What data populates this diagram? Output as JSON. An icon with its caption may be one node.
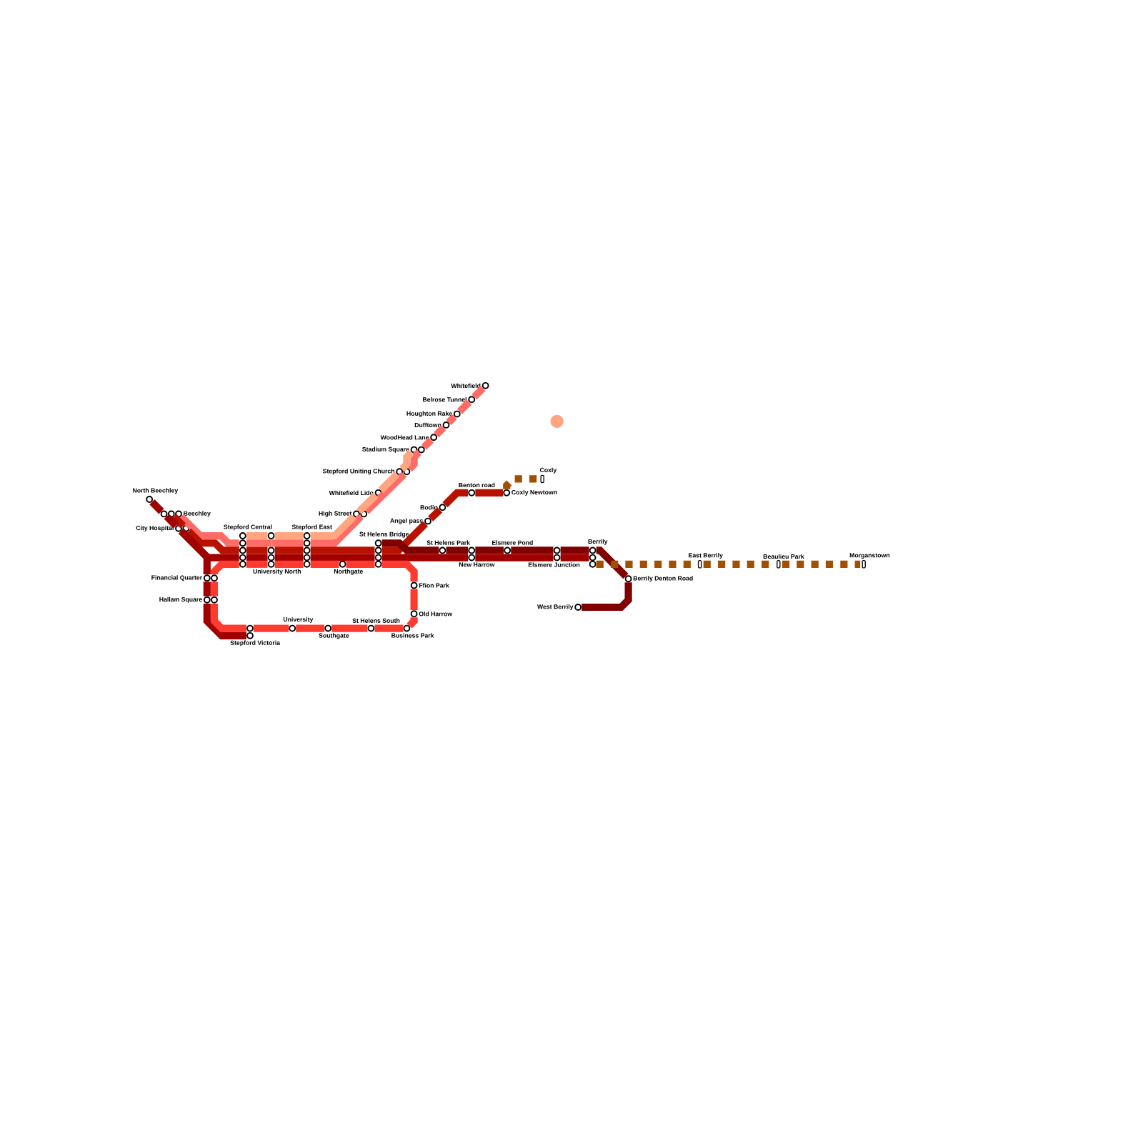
{
  "diagram": {
    "nodes": [
      {
        "text": [
          "Whitefield"
        ]
      },
      {
        "text": [
          "Belrose Tunnel"
        ]
      },
      {
        "text": [
          "Houghton Rake"
        ]
      },
      {
        "text": [
          "Dufftown"
        ]
      },
      {
        "text": [
          "WoodHead Lane"
        ]
      },
      {
        "text": [
          "Stadium Square"
        ]
      },
      {
        "text": [
          "Stepford Uniting Church"
        ]
      },
      {
        "text": [
          "Coxly"
        ]
      },
      {
        "text": [
          "Whitefield Lido"
        ]
      },
      {
        "text": [
          "Benton road"
        ]
      },
      {
        "text": [
          "Coxly Newtown"
        ]
      },
      {
        "text": [
          "North Beechley"
        ]
      },
      {
        "text": [
          "Bodin"
        ]
      },
      {
        "text": [
          "Beechley"
        ]
      },
      {
        "text": [
          "High Street"
        ]
      },
      {
        "text": [
          "Angel pass"
        ]
      },
      {
        "text": [
          "City Hospital"
        ]
      },
      {
        "text": [
          "Stepford Central"
        ]
      },
      {
        "text": [
          "University North"
        ]
      },
      {
        "text": [
          "Stepford East"
        ]
      },
      {
        "text": [
          "St Helens Bridge"
        ]
      },
      {
        "text": [
          "St Helens Park"
        ]
      },
      {
        "text": [
          "New Harrow"
        ]
      },
      {
        "text": [
          "Elsmere Pond"
        ]
      },
      {
        "text": [
          "Elsmere Junction"
        ]
      },
      {
        "text": [
          "Berrily"
        ]
      },
      {
        "text": [
          "East Berrily"
        ]
      },
      {
        "text": [
          "Beaulieu Park"
        ]
      },
      {
        "text": [
          "Morganstown"
        ]
      },
      {
        "text": [
          "Northgate"
        ]
      },
      {
        "text": [
          "Financial Quarter"
        ]
      },
      {
        "text": [
          "Berrily Denton Road"
        ]
      },
      {
        "text": [
          "Ffion Park"
        ]
      },
      {
        "text": [
          "Hallam Square"
        ]
      },
      {
        "text": [
          "West Berrily"
        ]
      },
      {
        "text": [
          "Old Harrow"
        ]
      },
      {
        "text": [
          "University"
        ]
      },
      {
        "text": [
          "St Helens South"
        ]
      },
      {
        "text": [
          "Stepford Victoria"
        ]
      },
      {
        "text": [
          "Southgate"
        ]
      },
      {
        "text": [
          "Business Park"
        ]
      }
    ],
    "edges": [
      {
        "from": 0,
        "to": 1,
        "arrow": "none",
        "color": "#ff6b66"
      },
      {
        "from": 1,
        "to": 2,
        "arrow": "none",
        "color": "#ff6b66"
      },
      {
        "from": 2,
        "to": 3,
        "arrow": "none",
        "color": "#ff6b66"
      },
      {
        "from": 3,
        "to": 4,
        "arrow": "none",
        "color": "#ff6b66"
      },
      {
        "from": 4,
        "to": 5,
        "arrow": "none",
        "color": "#ff6b66"
      },
      {
        "from": 5,
        "to": 6,
        "arrow": "none",
        "color": "#ff6b66"
      },
      {
        "from": 6,
        "to": 14,
        "arrow": "none",
        "color": "#ff6b66"
      },
      {
        "from": 14,
        "to": 19,
        "arrow": "none",
        "color": "#ff6b66"
      },
      {
        "from": 19,
        "to": 18,
        "arrow": "none",
        "color": "#ff6b66"
      },
      {
        "from": 17,
        "to": 13,
        "arrow": "none",
        "color": "#ff6b66"
      },
      {
        "from": 5,
        "to": 6,
        "arrow": "none",
        "color": "#ffa680"
      },
      {
        "from": 6,
        "to": 8,
        "arrow": "none",
        "color": "#ffa680"
      },
      {
        "from": 8,
        "to": 14,
        "arrow": "none",
        "color": "#ffa680"
      },
      {
        "from": 14,
        "to": 19,
        "arrow": "none",
        "color": "#ffa680"
      },
      {
        "from": 19,
        "to": 18,
        "arrow": "none",
        "color": "#ffa680"
      },
      {
        "from": 18,
        "to": 17,
        "arrow": "none",
        "color": "#ffa680"
      },
      {
        "from": 10,
        "to": 9,
        "arrow": "none",
        "color": "#b81100"
      },
      {
        "from": 9,
        "to": 12,
        "arrow": "none",
        "color": "#b81100"
      },
      {
        "from": 12,
        "to": 15,
        "arrow": "none",
        "color": "#b81100"
      },
      {
        "from": 15,
        "to": 20,
        "arrow": "none",
        "color": "#b81100"
      },
      {
        "from": 20,
        "to": 19,
        "arrow": "none",
        "color": "#b81100"
      },
      {
        "from": 19,
        "to": 18,
        "arrow": "none",
        "color": "#b81100"
      },
      {
        "from": 18,
        "to": 17,
        "arrow": "none",
        "color": "#b81100"
      },
      {
        "from": 17,
        "to": 16,
        "arrow": "none",
        "color": "#b81100"
      },
      {
        "from": 16,
        "to": 13,
        "arrow": "none",
        "color": "#b81100"
      },
      {
        "from": 11,
        "to": 13,
        "arrow": "none",
        "color": "#a00000"
      },
      {
        "from": 13,
        "to": 16,
        "arrow": "none",
        "color": "#a00000"
      },
      {
        "from": 16,
        "to": 17,
        "arrow": "none",
        "color": "#a00000"
      },
      {
        "from": 17,
        "to": 18,
        "arrow": "none",
        "color": "#a00000"
      },
      {
        "from": 18,
        "to": 19,
        "arrow": "none",
        "color": "#a00000"
      },
      {
        "from": 19,
        "to": 20,
        "arrow": "none",
        "color": "#a00000"
      },
      {
        "from": 20,
        "to": 22,
        "arrow": "none",
        "color": "#a00000"
      },
      {
        "from": 22,
        "to": 24,
        "arrow": "none",
        "color": "#a00000"
      },
      {
        "from": 24,
        "to": 25,
        "arrow": "none",
        "color": "#a00000"
      },
      {
        "from": 16,
        "to": 30,
        "arrow": "none",
        "color": "#a00000"
      },
      {
        "from": 30,
        "to": 33,
        "arrow": "none",
        "color": "#a00000"
      },
      {
        "from": 33,
        "to": 38,
        "arrow": "none",
        "color": "#a00000"
      },
      {
        "from": 20,
        "to": 21,
        "arrow": "none",
        "color": "#800000"
      },
      {
        "from": 21,
        "to": 22,
        "arrow": "none",
        "color": "#800000"
      },
      {
        "from": 22,
        "to": 23,
        "arrow": "none",
        "color": "#800000"
      },
      {
        "from": 23,
        "to": 24,
        "arrow": "none",
        "color": "#800000"
      },
      {
        "from": 24,
        "to": 25,
        "arrow": "none",
        "color": "#800000"
      },
      {
        "from": 25,
        "to": 31,
        "arrow": "none",
        "color": "#800000"
      },
      {
        "from": 31,
        "to": 34,
        "arrow": "none",
        "color": "#800000"
      },
      {
        "from": 17,
        "to": 18,
        "arrow": "none"
      },
      {
        "from": 18,
        "to": 19,
        "arrow": "none"
      },
      {
        "from": 19,
        "to": 29,
        "arrow": "none"
      },
      {
        "from": 29,
        "to": 20,
        "arrow": "none"
      },
      {
        "from": 20,
        "to": 32,
        "arrow": "none"
      },
      {
        "from": 32,
        "to": 35,
        "arrow": "none"
      },
      {
        "from": 35,
        "to": 40,
        "arrow": "none"
      },
      {
        "from": 40,
        "to": 37,
        "arrow": "none"
      },
      {
        "from": 37,
        "to": 39,
        "arrow": "none"
      },
      {
        "from": 39,
        "to": 36,
        "arrow": "none"
      },
      {
        "from": 36,
        "to": 38,
        "arrow": "none"
      },
      {
        "from": 38,
        "to": 33,
        "arrow": "none"
      },
      {
        "from": 33,
        "to": 30,
        "arrow": "none"
      },
      {
        "from": 30,
        "to": 17,
        "arrow": "none"
      },
      {
        "from": 10,
        "to": 7,
        "arrow": "none",
        "style": "dashed",
        "color": "#a05000"
      },
      {
        "from": 25,
        "to": 26,
        "arrow": "none",
        "style": "dashed",
        "color": "#a05000"
      },
      {
        "from": 26,
        "to": 27,
        "arrow": "none",
        "style": "dashed",
        "color": "#a05000"
      },
      {
        "from": 27,
        "to": 28,
        "arrow": "none",
        "style": "dashed",
        "color": "#a05000"
      },
      {
        "from": 18,
        "to": 17,
        "arrow": "none",
        "color": "#ff6b66"
      }
    ]
  }
}
